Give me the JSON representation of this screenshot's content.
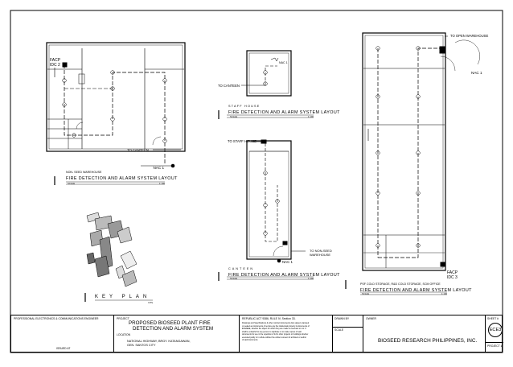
{
  "drawings": {
    "non_seed": {
      "facp_label": "FACP",
      "idc_label": "IDC 2",
      "canteen_label": "TO CANTEEN",
      "nac_label": "NAC 1",
      "title_small": "NON- SEED WAREHOUSE",
      "title": "FIRE DETECTION AND ALARM SYSTEM LAYOUT",
      "scale_label": "SCALE",
      "scale_value": "1:100"
    },
    "staff_house": {
      "nac_label": "NAC 1",
      "canteen_label": "TO CANTEEN",
      "title_small": "STAFF HOUSE",
      "title": "FIRE DETECTION AND ALARM SYSTEM LAYOUT",
      "scale_label": "SCALE",
      "scale_value": "1:100"
    },
    "canteen": {
      "staff_house_label": "TO STAFF HOUSE",
      "non_seed_label_1": "TO NON-SEED",
      "non_seed_label_2": "WAREHOUSE",
      "nac_label": "NAC 1",
      "title_small": "CANTEEN",
      "title": "FIRE DETECTION AND ALARM SYSTEM LAYOUT",
      "scale_label": "SCALE",
      "scale_value": "1:100"
    },
    "cold_storage": {
      "open_warehouse_label": "TO OPEN WAREHOUSE",
      "nac_label": "NAC 1",
      "facp_label": "FACP",
      "idc_label": "IDC 3",
      "title_small": "PSF COLD STORAGE, R&D COLD STORAGE, SCM OFFICE",
      "title": "FIRE DETECTION AND ALARM SYSTEM LAYOUT",
      "scale_label": "SCALE",
      "scale_value": "1:100"
    },
    "key_plan": {
      "title": "KEY PLAN",
      "scale_value": "NTS"
    }
  },
  "title_block": {
    "engineer_label": "PROFESSIONAL ELECTRONICS & COMMUNICATIONS ENGINEER",
    "issued_label": "ISSUED AT",
    "project_label": "PROJECT",
    "project_line1": "PROPOSED BIOSEED PLANT FIRE",
    "project_line2": "DETECTION AND ALARM SYSTEM",
    "location_label": "LOCATION",
    "location_line1": "NATIONAL HIGHWAY, BRGY. KATANGAWAN,",
    "location_line2": "GEN. SANTOS CITY",
    "law_line1": "REPUBLIC ACT 9386, RULE IV, Section 33.",
    "note_lines": [
      "Drawings and Specifications & other contract documents duly signed, stamped",
      "or sealed as instruments of service are the intellectual property & documents of",
      "ECE/EEE, whether the object for which they are made is executed or not. It",
      "shall be unlawful for any person to duplicate or to make copies of said",
      "documents for use in the repetition of & for other projects or buildings whether",
      "executed partly or in whole without the written consent of architect or author",
      "of said documents."
    ],
    "drawn_by_label": "DRAWN BY",
    "scale_label": "SCALE",
    "owner_label": "OWNER",
    "owner_name": "BIOSEED RESEARCH PHILIPPINES, INC.",
    "sheet_label": "SHEET #",
    "sheet_code": "ECE3",
    "project_no_label": "PROJECT #"
  }
}
